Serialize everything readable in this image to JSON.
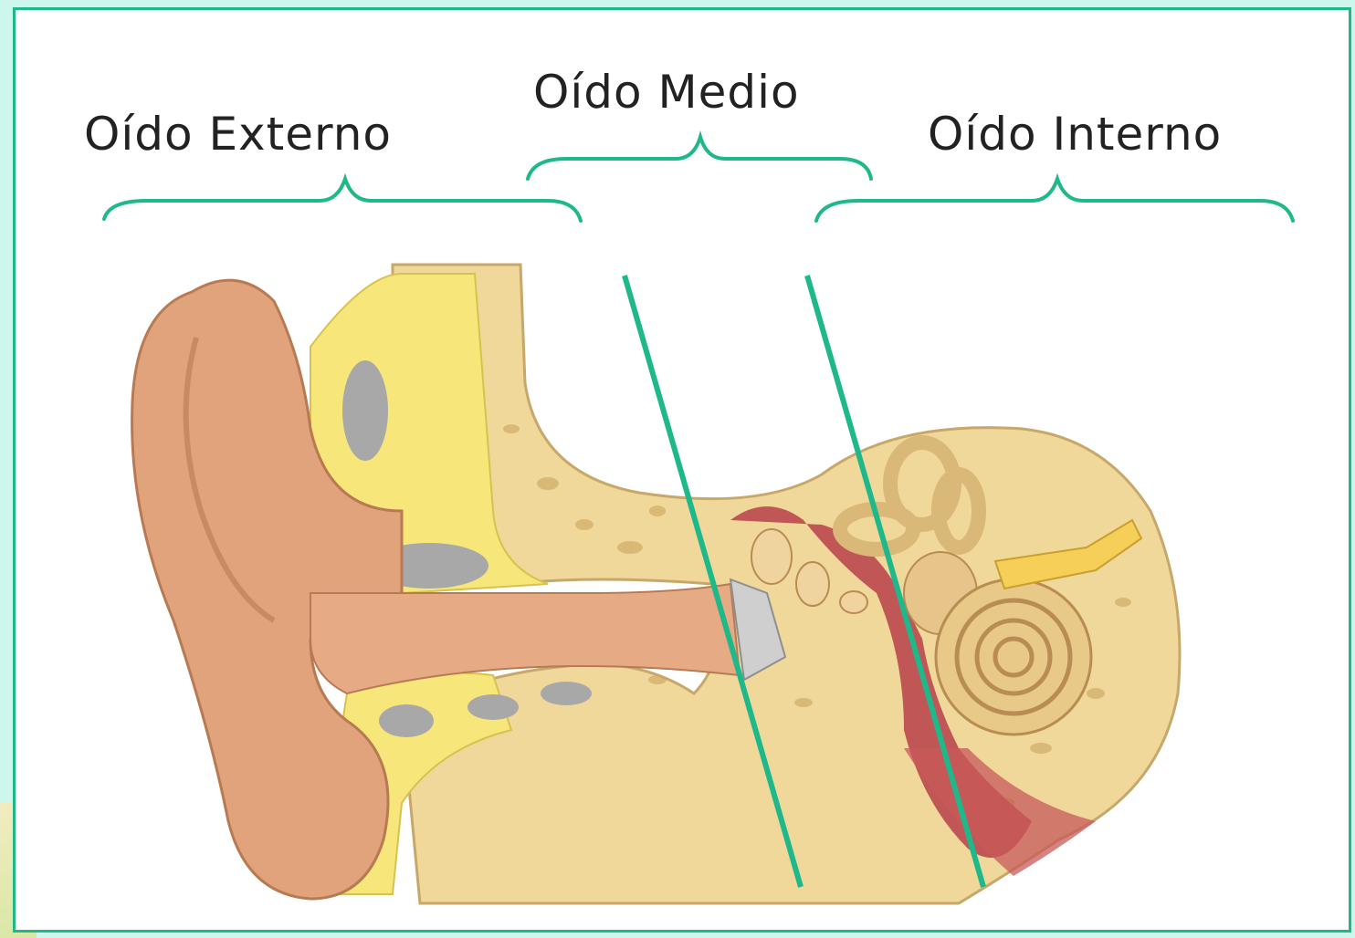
{
  "diagram": {
    "labels": {
      "outer_ear": "Oído Externo",
      "middle_ear": "Oído Medio",
      "inner_ear": "Oído Interno"
    },
    "colors": {
      "accent": "#1fb88a",
      "frame_background": "#cdf7ec",
      "skin": "#e0a37c",
      "bone": "#f0d89a",
      "fat": "#f7e67a",
      "cartilage": "#a8a8a8",
      "middle_ear_red": "#b8404a"
    }
  }
}
